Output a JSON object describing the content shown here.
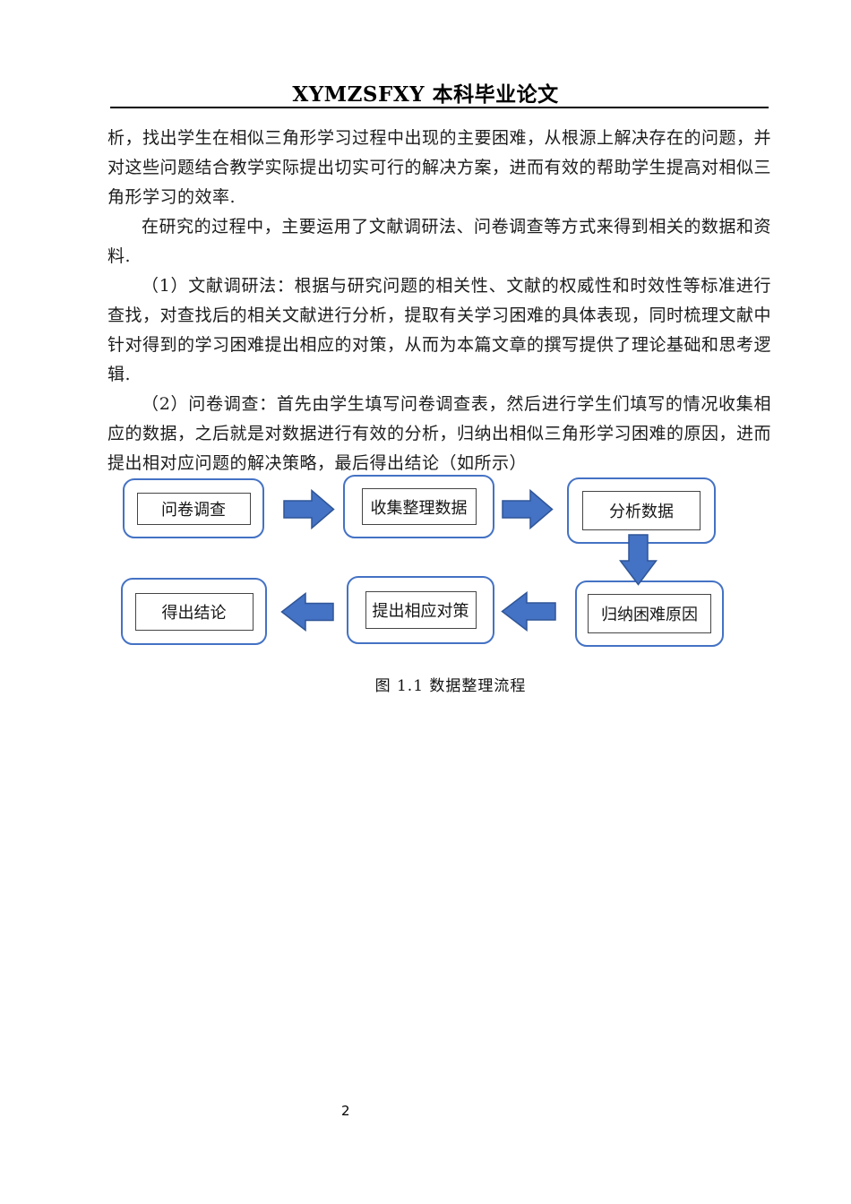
{
  "header": {
    "title": "XYMZSFXY 本科毕业论文"
  },
  "body": {
    "paragraphs": [
      {
        "text": "析，找出学生在相似三角形学习过程中出现的主要困难，从根源上解决存在的问题，并对这些问题结合教学实际提出切实可行的解决方案，进而有效的帮助学生提高对相似三角形学习的效率."
      },
      {
        "text": "在研究的过程中，主要运用了文献调研法、问卷调查等方式来得到相关的数据和资料."
      },
      {
        "text": "（1）文献调研法：根据与研究问题的相关性、文献的权威性和时效性等标准进行查找，对查找后的相关文献进行分析，提取有关学习困难的具体表现，同时梳理文献中针对得到的学习困难提出相应的对策，从而为本篇文章的撰写提供了理论基础和思考逻辑."
      },
      {
        "text": "（2）问卷调查：首先由学生填写问卷调查表，然后进行学生们填写的情况收集相应的数据，之后就是对数据进行有效的分析，归纳出相似三角形学习困难的原因，进而提出相对应问题的解决策略，最后得出结论（如所示）"
      }
    ]
  },
  "figure": {
    "caption": "图 1.1 数据整理流程",
    "nodes": [
      {
        "label": "问卷调查"
      },
      {
        "label": "收集整理数据"
      },
      {
        "label": "分析数据"
      },
      {
        "label": "归纳困难原因"
      },
      {
        "label": "提出相应对策"
      },
      {
        "label": "得出结论"
      }
    ],
    "arrows": [
      "arrow-right-icon",
      "arrow-right-icon",
      "arrow-down-icon",
      "arrow-left-icon",
      "arrow-left-icon"
    ],
    "colors": {
      "accent_blue": "#4472C4",
      "arrow_stroke": "#2F5597",
      "inner_border": "#454545",
      "rule_color": "#000000",
      "text_color": "#1c1c1c"
    }
  },
  "footer": {
    "page_number": "2"
  }
}
